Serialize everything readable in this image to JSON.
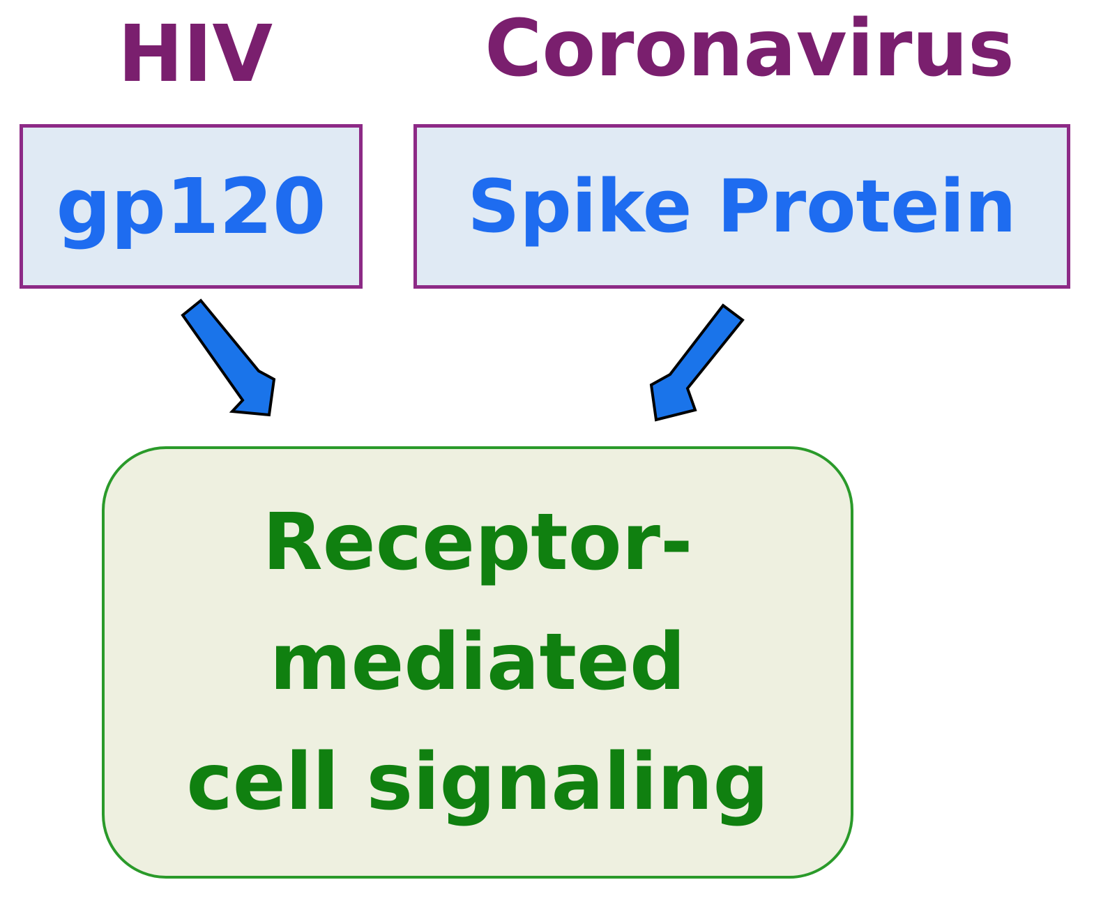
{
  "sources": [
    {
      "virus": "HIV",
      "protein": "gp120"
    },
    {
      "virus": "Coronavirus",
      "protein": "Spike Protein"
    }
  ],
  "target": {
    "lines": [
      "Receptor-",
      "mediated",
      "cell signaling"
    ]
  },
  "colors": {
    "virus_label": "#7a1f6e",
    "protein_text": "#1e6cf0",
    "protein_box_fill": "#e0eaf4",
    "protein_box_border": "#8d2a86",
    "arrow_fill": "#1a74ea",
    "target_text": "#108010",
    "target_fill": "#eef0e0",
    "target_border": "#2a9a2a"
  }
}
